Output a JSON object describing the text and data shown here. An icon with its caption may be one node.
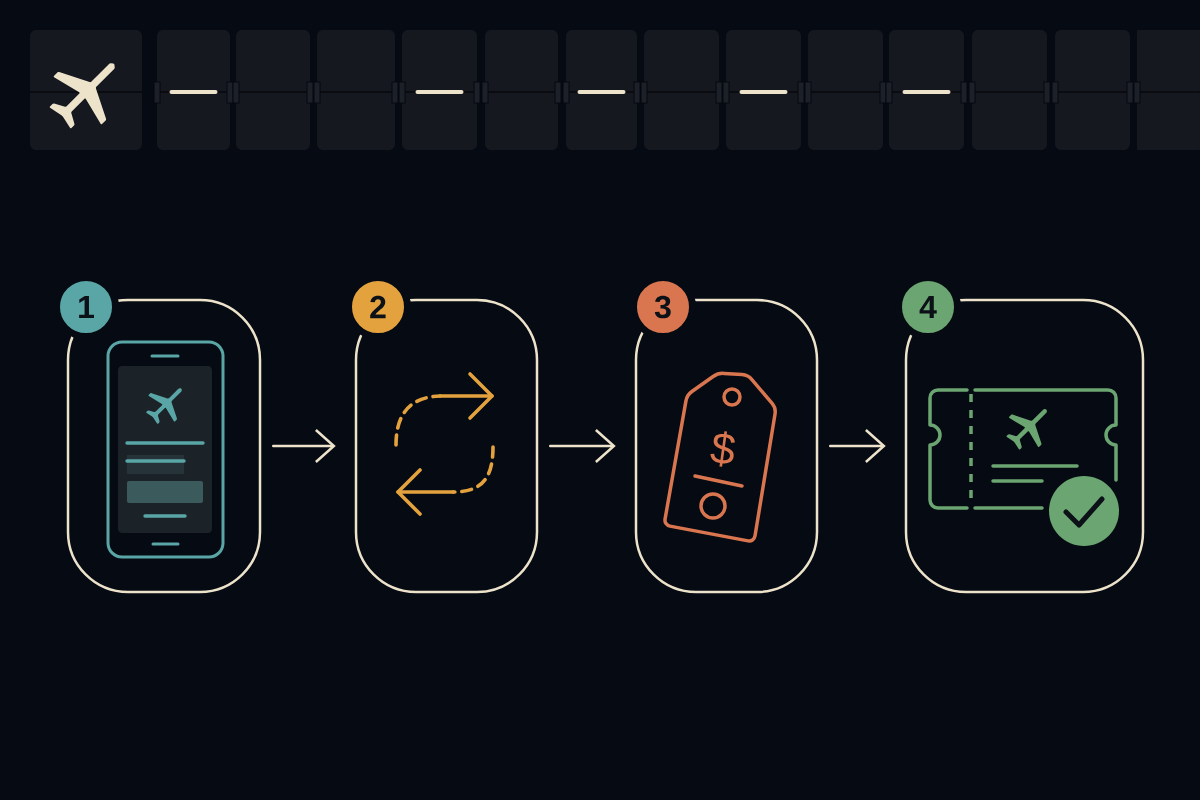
{
  "diagram": {
    "nodes": [
      {
        "text": [
          "1"
        ]
      },
      {
        "text": [
          "2"
        ]
      },
      {
        "text": [
          "3"
        ]
      },
      {
        "text": [
          "4"
        ]
      }
    ],
    "edges": [
      {
        "from": 0,
        "to": 1,
        "arrow": "to"
      },
      {
        "from": 1,
        "to": 2,
        "arrow": "to"
      },
      {
        "from": 2,
        "to": 3,
        "arrow": "to"
      }
    ],
    "labels": [
      "$"
    ]
  }
}
